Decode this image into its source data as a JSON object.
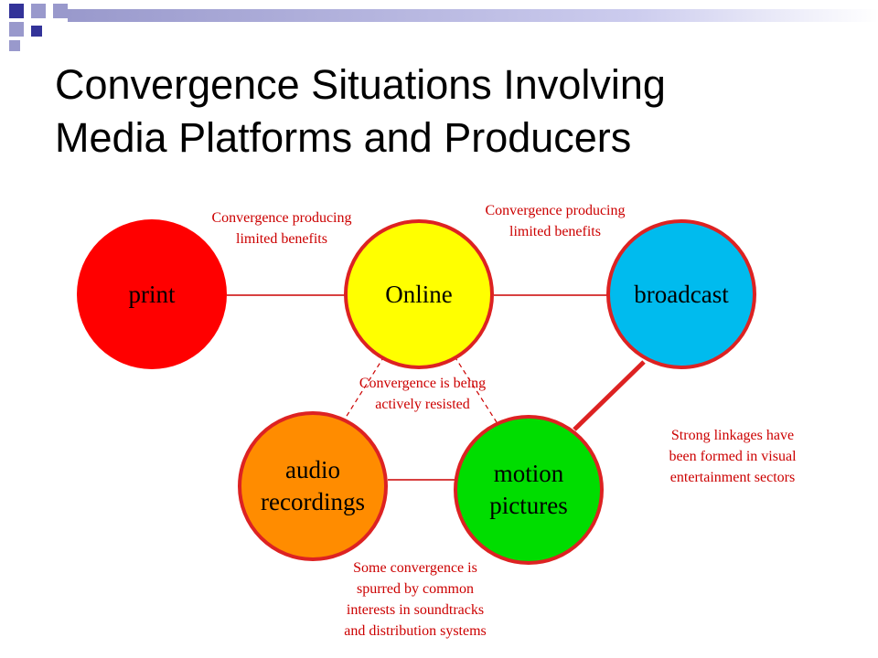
{
  "slide": {
    "title_line1": "Convergence Situations Involving",
    "title_line2": "Media Platforms and Producers"
  },
  "theme": {
    "accent": "#333399",
    "accent_light": "#9999cc",
    "annotation_color": "#cc0000",
    "link_color": "#cc0000",
    "ring_color": "#dd2222"
  },
  "diagram": {
    "nodes": {
      "print": {
        "lines": [
          "print"
        ],
        "fill": "#ff0000"
      },
      "online": {
        "lines": [
          "Online"
        ],
        "fill": "#ffff00"
      },
      "broadcast": {
        "lines": [
          "broadcast"
        ],
        "fill": "#00bbee"
      },
      "audio": {
        "lines": [
          "audio",
          "recordings"
        ],
        "fill": "#ff8c00"
      },
      "motion": {
        "lines": [
          "motion",
          "pictures"
        ],
        "fill": "#00dd00"
      }
    },
    "annotations": {
      "print_online": [
        "Convergence producing",
        "limited benefits"
      ],
      "online_broadcast": [
        "Convergence producing",
        "limited benefits"
      ],
      "resisted": [
        "Convergence is being",
        "actively resisted"
      ],
      "visual": [
        "Strong linkages have",
        "been formed in visual",
        "entertainment sectors"
      ],
      "soundtracks": [
        "Some convergence is",
        "spurred by common",
        "interests in soundtracks",
        "and distribution systems"
      ]
    }
  }
}
